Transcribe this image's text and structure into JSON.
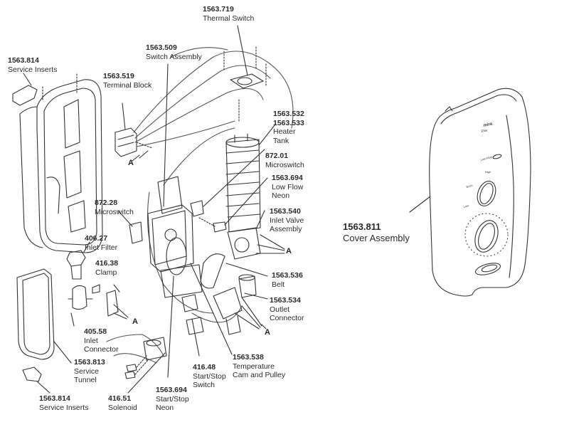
{
  "title": "Shower exploded parts diagram",
  "parts": [
    {
      "id": "thermal-switch",
      "code": "1563.719",
      "name": [
        "Thermal Switch"
      ]
    },
    {
      "id": "switch-assembly",
      "code": "1563.509",
      "name": [
        "Switch Assembly"
      ]
    },
    {
      "id": "service-inserts-top",
      "code": "1563.814",
      "name": [
        "Service Inserts"
      ]
    },
    {
      "id": "terminal-block",
      "code": "1563.519",
      "name": [
        "Terminal Block"
      ]
    },
    {
      "id": "heater-tank",
      "code": "1563.532",
      "code2": "1563.533",
      "name": [
        "Heater",
        "Tank"
      ]
    },
    {
      "id": "microswitch-872-01",
      "code": "872.01",
      "name": [
        "Microswitch"
      ]
    },
    {
      "id": "low-flow-neon",
      "code": "1563.694",
      "name": [
        "Low Flow",
        "Neon"
      ]
    },
    {
      "id": "inlet-valve-assembly",
      "code": "1563.540",
      "name": [
        "Inlet Valve",
        "Assembly"
      ]
    },
    {
      "id": "microswitch-872-28",
      "code": "872.28",
      "name": [
        "Microswitch"
      ]
    },
    {
      "id": "inlet-filter",
      "code": "406.27",
      "name": [
        "Inlet Filter"
      ]
    },
    {
      "id": "clamp",
      "code": "416.38",
      "name": [
        "Clamp"
      ]
    },
    {
      "id": "belt",
      "code": "1563.536",
      "name": [
        "Belt"
      ]
    },
    {
      "id": "outlet-connector",
      "code": "1563.534",
      "name": [
        "Outlet",
        "Connector"
      ]
    },
    {
      "id": "inlet-connector",
      "code": "405.58",
      "name": [
        "Inlet",
        "Connector"
      ]
    },
    {
      "id": "service-tunnel",
      "code": "1563.813",
      "name": [
        "Service",
        "Tunnel"
      ]
    },
    {
      "id": "temperature-cam-pulley",
      "code": "1563.538",
      "name": [
        "Temperature",
        "Cam and Pulley"
      ]
    },
    {
      "id": "start-stop-switch",
      "code": "416.48",
      "name": [
        "Start/Stop",
        "Switch"
      ]
    },
    {
      "id": "start-stop-neon",
      "code": "1563.694",
      "name": [
        "Start/Stop",
        "Neon"
      ]
    },
    {
      "id": "solenoid",
      "code": "416.51",
      "name": [
        "Solenoid"
      ]
    },
    {
      "id": "service-inserts-bottom",
      "code": "1563.814",
      "name": [
        "Service Inserts"
      ]
    },
    {
      "id": "cover-assembly",
      "code": "1563.811",
      "name": [
        "Cover Assembly"
      ]
    }
  ],
  "fixing_marker": "A",
  "cover_panel": {
    "brand": "mira",
    "model": "Elite",
    "low_flow_label": "Low Flow",
    "power_labels": [
      "High",
      "Econ",
      "Low"
    ]
  }
}
